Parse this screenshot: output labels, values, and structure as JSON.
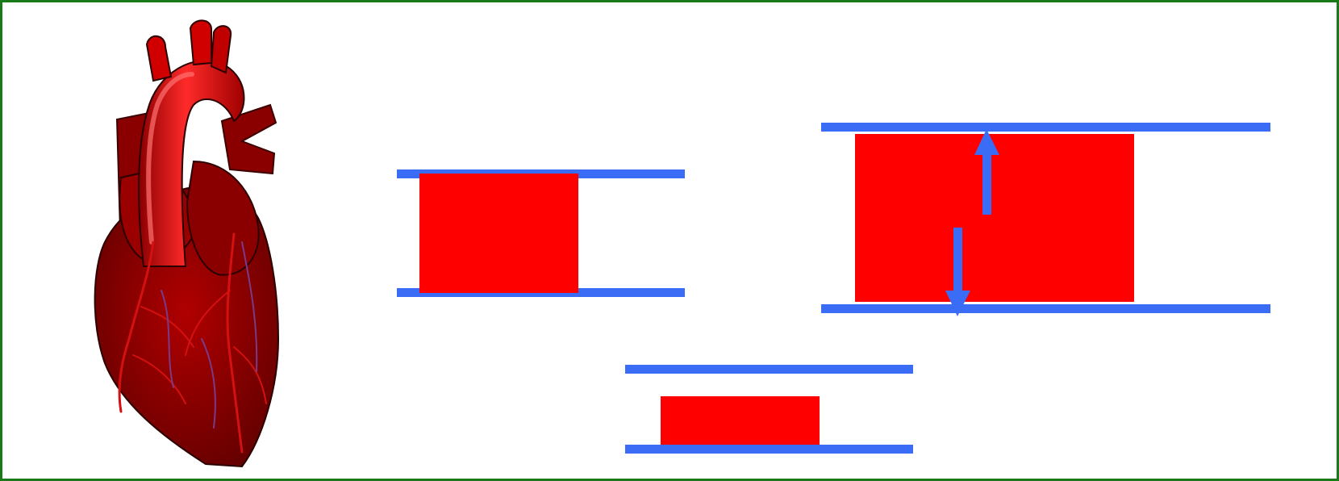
{
  "colors": {
    "border": "#1a7a1a",
    "background": "#ffffff",
    "vessel_wall": "#3b6cf5",
    "blood": "#ff0000",
    "arrow": "#3b6cf5",
    "heart_dark": "#7a0000",
    "heart_mid": "#b30000",
    "heart_light": "#e01010",
    "vein": "#7a3a8a"
  },
  "icons": {
    "heart": "heart-illustration",
    "expand_up": "arrow-up-icon",
    "expand_down": "arrow-down-icon"
  },
  "panels": [
    {
      "name": "normal-vessel"
    },
    {
      "name": "dilated-vessel"
    },
    {
      "name": "constricted-vessel"
    }
  ]
}
